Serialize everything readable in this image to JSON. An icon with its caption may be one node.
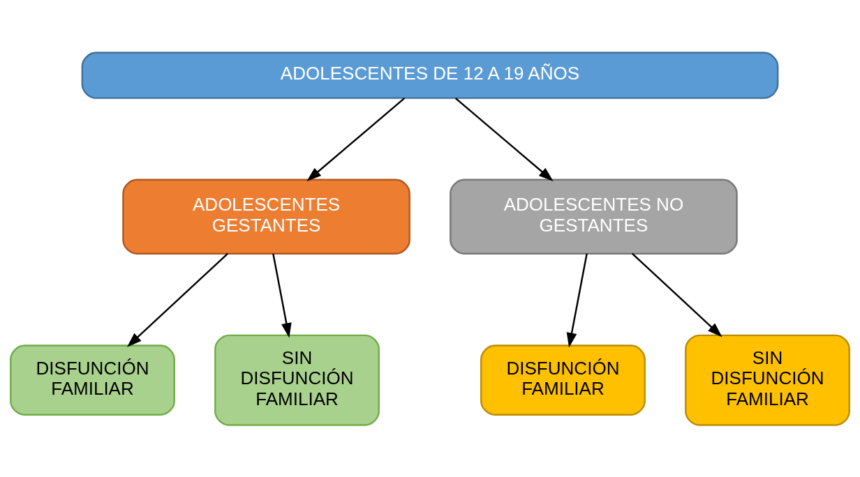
{
  "diagram": {
    "nodes": [
      {
        "text": [
          "ADOLESCENTES DE 12 A 19 AÑOS"
        ]
      },
      {
        "text": [
          "ADOLESCENTES GESTANTES"
        ]
      },
      {
        "text": [
          "ADOLESCENTES NO GESTANTES"
        ]
      },
      {
        "text": [
          "DISFUNCIÓN FAMILIAR"
        ]
      },
      {
        "text": [
          "SIN DISFUNCIÓN FAMILIAR"
        ]
      },
      {
        "text": [
          "DISFUNCIÓN FAMILIAR"
        ]
      },
      {
        "text": [
          "SIN DISFUNCIÓN FAMILIAR"
        ]
      }
    ],
    "edges": [
      {
        "from": 0,
        "to": 1,
        "arrow": "to"
      },
      {
        "from": 0,
        "to": 2,
        "arrow": "to"
      },
      {
        "from": 1,
        "to": 3,
        "arrow": "to"
      },
      {
        "from": 1,
        "to": 4,
        "arrow": "to"
      },
      {
        "from": 2,
        "to": 5,
        "arrow": "to"
      },
      {
        "from": 2,
        "to": 6,
        "arrow": "to"
      }
    ]
  }
}
